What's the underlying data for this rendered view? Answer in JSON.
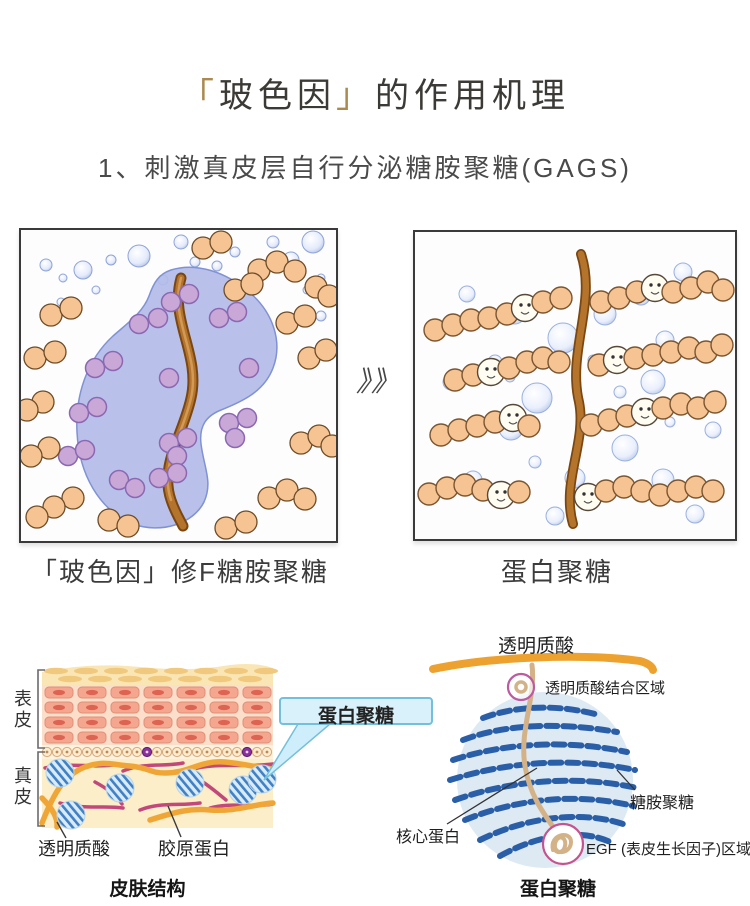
{
  "title": {
    "open_bracket": "「",
    "brand": "玻色因",
    "close_bracket": "」",
    "rest": "的作用机理"
  },
  "subtitle": "1、刺激真皮层自行分泌糖胺聚糖(GAGS)",
  "transition_arrows": "》》",
  "panel_left": {
    "caption": "「玻色因」修F糖胺聚糖"
  },
  "panel_right": {
    "caption": "蛋白聚糖"
  },
  "skin_figure": {
    "epidermis_label": "表皮",
    "dermis_label": "真皮",
    "hyaluronic_acid_label": "透明质酸",
    "collagen_label": "胶原蛋白",
    "callout_label": "蛋白聚糖",
    "caption": "皮肤结构"
  },
  "proteoglycan_figure": {
    "hyaluronic_acid_label": "透明质酸",
    "ha_binding_region_label": "透明质酸结合区域",
    "gag_label": "糖胺聚糖",
    "core_protein_label": "核心蛋白",
    "egf_region_label": "EGF (表皮生长因子)区域",
    "caption": "蛋白聚糖"
  },
  "colors": {
    "title_bracket_gold": "#ab8a50",
    "text_dark": "#3c3c3c",
    "panel_border": "#3a3a3a",
    "bead_orange": "#f6c493",
    "bead_purple": "#c9a8d8",
    "blob_blue": "#b3bce8",
    "strand_brown": "#b5742c",
    "gag_chain_blue": "#2a5fa8",
    "hyaluronic_orange": "#eda22f",
    "collagen_magenta": "#c2487c",
    "callout_fill": "#d9f1fb",
    "pink_circle": "#c5538f"
  }
}
